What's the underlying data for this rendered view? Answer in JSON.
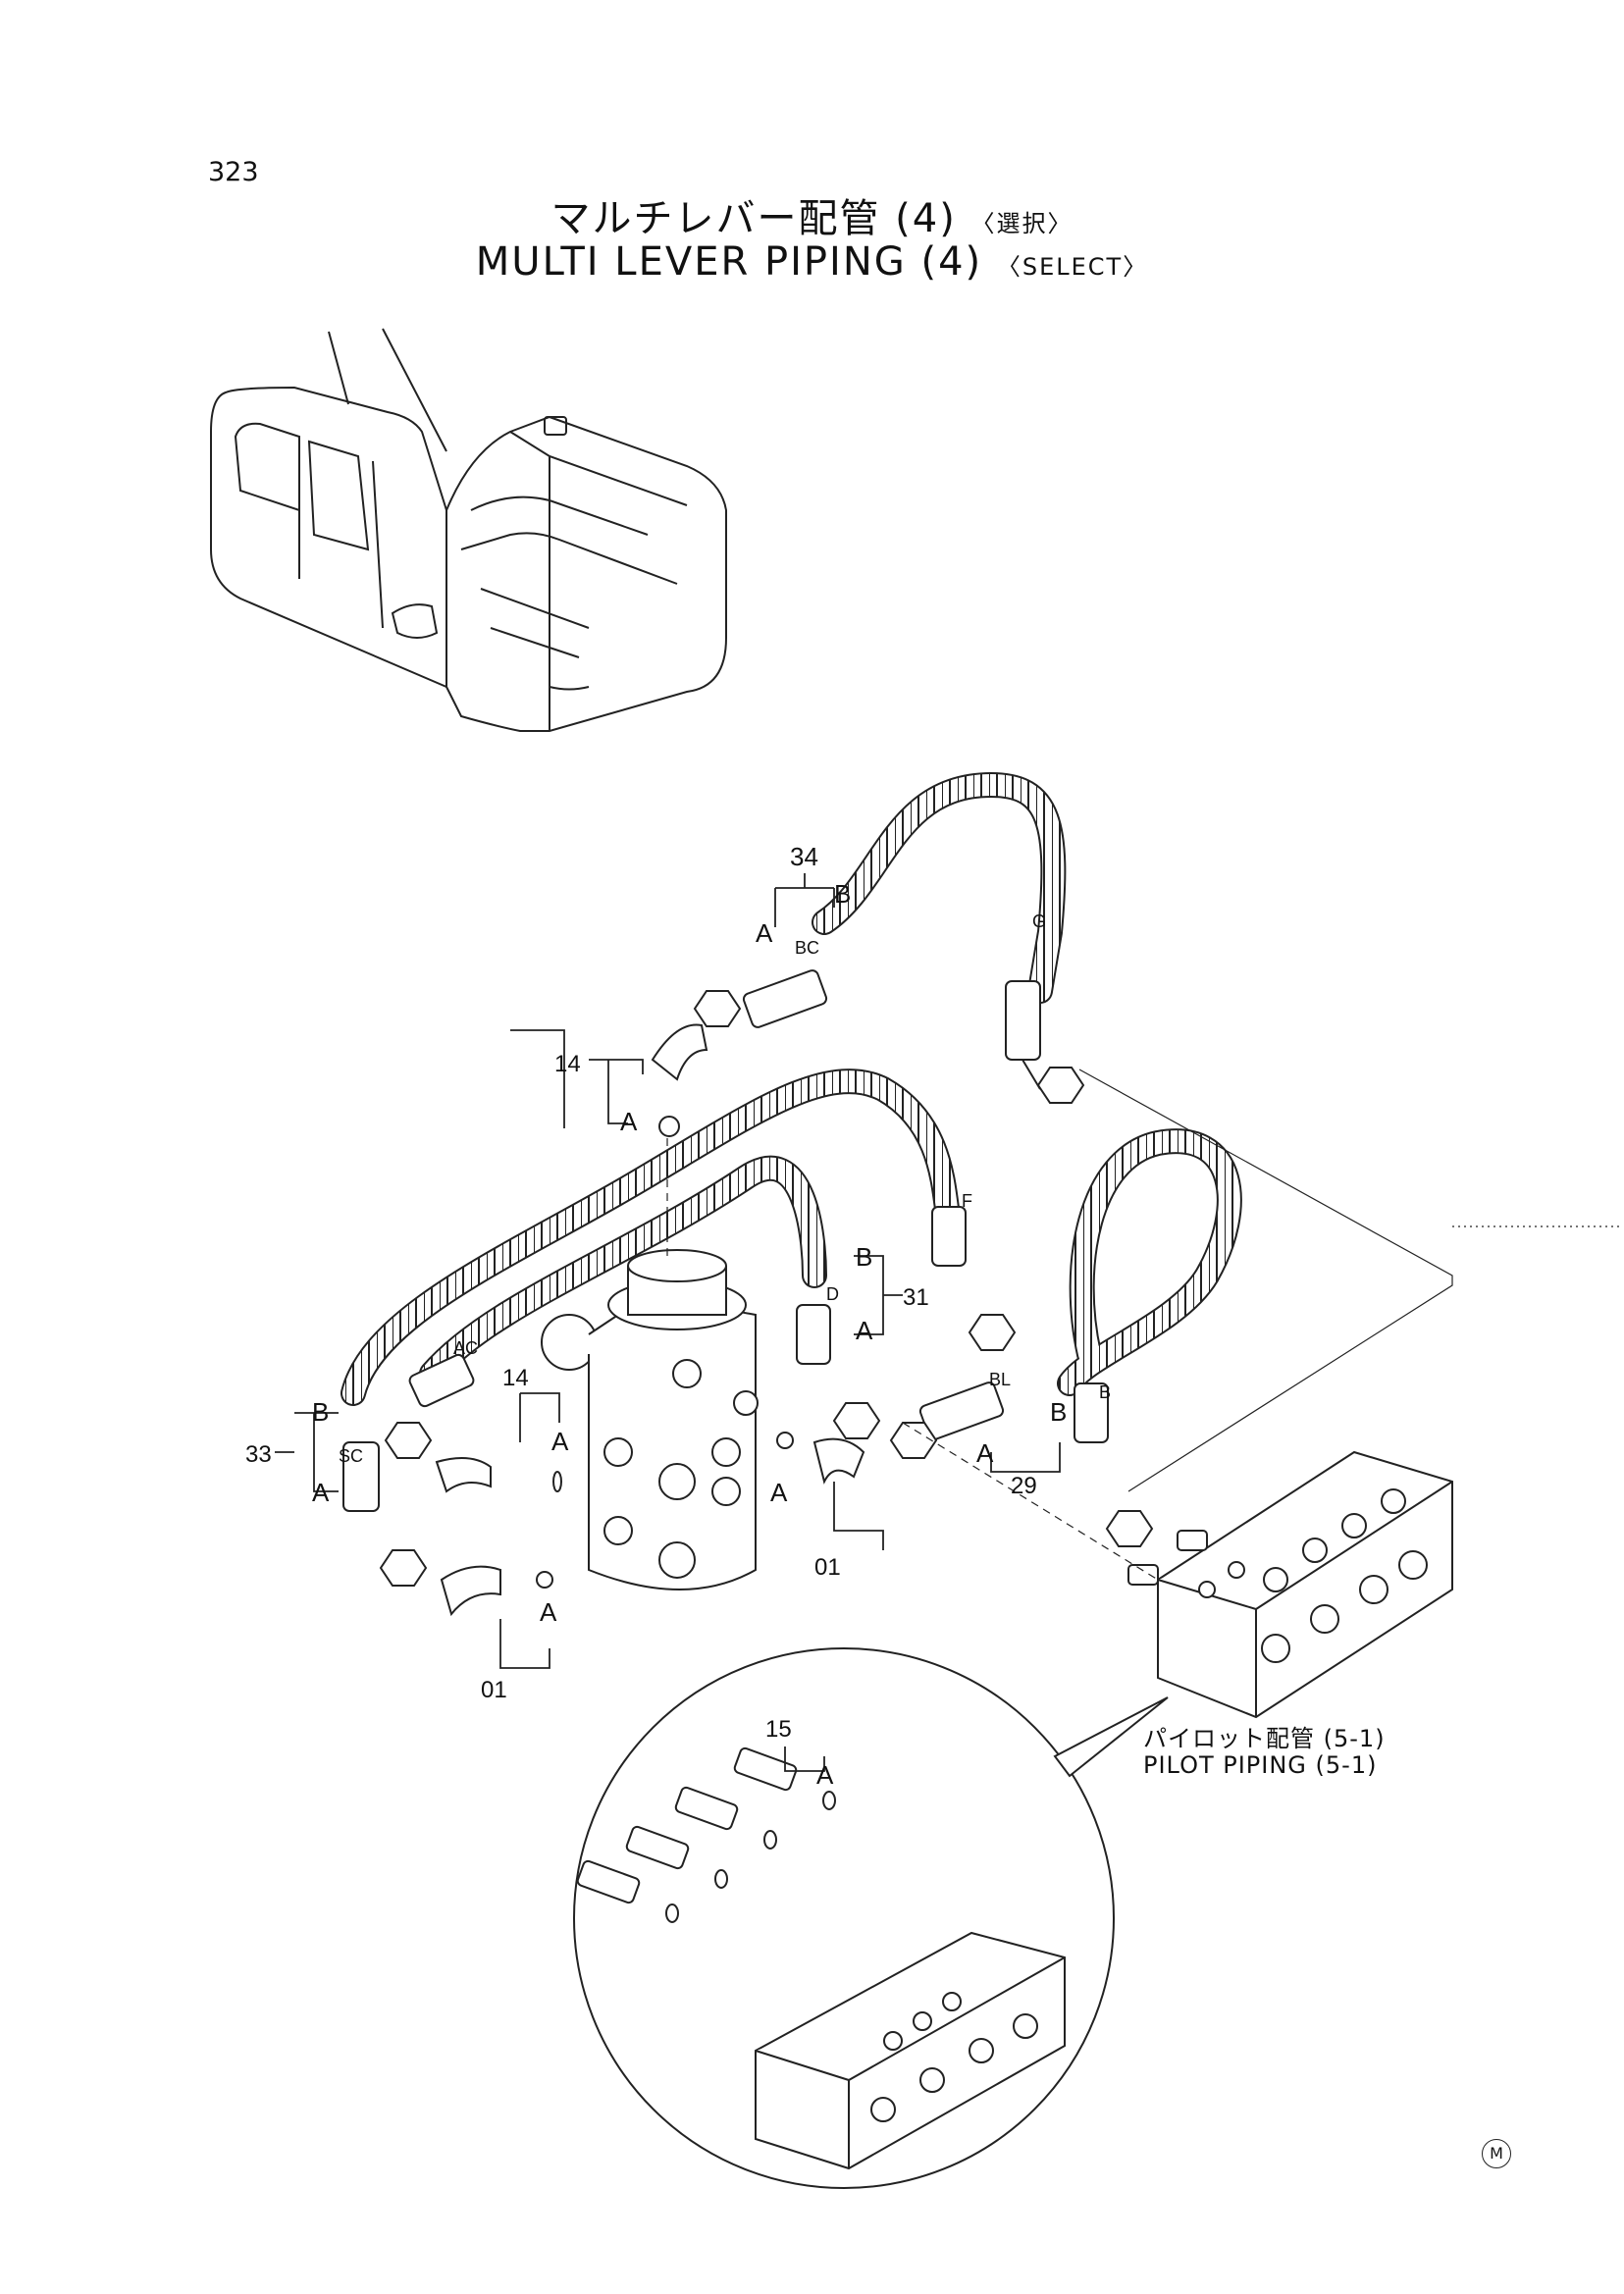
{
  "page_number": "323",
  "title": {
    "jp": "マルチレバー配管 (4)",
    "jp_tag": "〈選択〉",
    "en": "MULTI LEVER PIPING (4)",
    "en_tag": "〈SELECT〉"
  },
  "labels": {
    "p34": "34",
    "p14a": "14",
    "p14b": "14",
    "p31": "31",
    "p33": "33",
    "p29": "29",
    "p01a": "01",
    "p01b": "01",
    "p15": "15",
    "A": "A",
    "B": "B",
    "BC": "BC",
    "G": "G",
    "F": "F",
    "D": "D",
    "AC": "AC",
    "SC": "SC",
    "BL": "BL"
  },
  "reference": {
    "jp": "パイロット配管 (5-1)",
    "en": "PILOT PIPING (5-1)"
  },
  "mark": "M"
}
